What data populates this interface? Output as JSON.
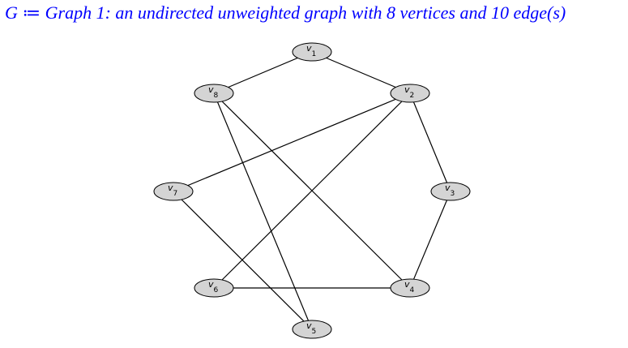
{
  "title": {
    "symbol": "G",
    "assign": " ≔ ",
    "description": "Graph 1: an undirected unweighted graph with 8 vertices and 10 edge(s)"
  },
  "graph": {
    "vertices": [
      {
        "id": "1",
        "letter": "v",
        "sub": "1"
      },
      {
        "id": "2",
        "letter": "v",
        "sub": "2"
      },
      {
        "id": "3",
        "letter": "v",
        "sub": "3"
      },
      {
        "id": "4",
        "letter": "v",
        "sub": "4"
      },
      {
        "id": "5",
        "letter": "v",
        "sub": "5"
      },
      {
        "id": "6",
        "letter": "v",
        "sub": "6"
      },
      {
        "id": "7",
        "letter": "v",
        "sub": "7"
      },
      {
        "id": "8",
        "letter": "v",
        "sub": "8"
      }
    ],
    "edges": [
      [
        "1",
        "2"
      ],
      [
        "1",
        "8"
      ],
      [
        "2",
        "3"
      ],
      [
        "2",
        "7"
      ],
      [
        "2",
        "6"
      ],
      [
        "3",
        "4"
      ],
      [
        "4",
        "6"
      ],
      [
        "4",
        "8"
      ],
      [
        "5",
        "8"
      ],
      [
        "5",
        "7"
      ]
    ],
    "node_fill": "#d4d4d4",
    "edge_color": "#000000",
    "title_color": "#0000ff"
  }
}
